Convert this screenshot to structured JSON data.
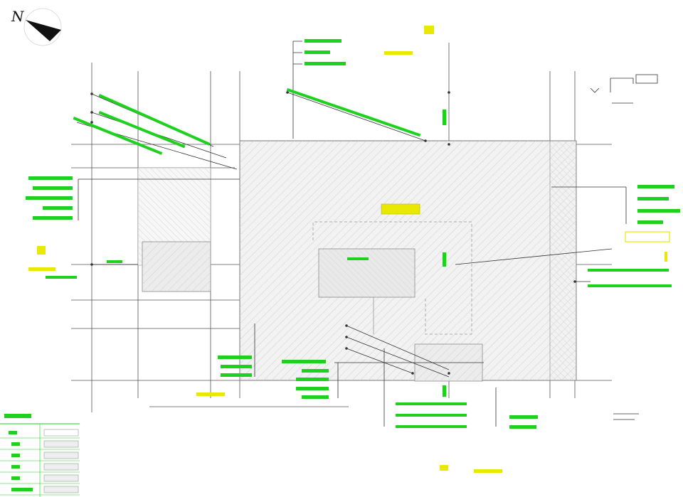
{
  "drawing": {
    "north_symbol": "N",
    "colors": {
      "background": "#ffffff",
      "grid_line": "#555555",
      "leader_line": "#333333",
      "label_green": "#1fd11f",
      "label_yellow": "#e8e800",
      "hatch": "#c9c9c9",
      "building_fill": "#efefef"
    },
    "yellow_tags": [
      "",
      "",
      "",
      "",
      "",
      "",
      "",
      "",
      ""
    ],
    "green_label_groups": [
      {
        "id": "top-center-stack",
        "lines": [
          "",
          "",
          ""
        ]
      },
      {
        "id": "left-stack",
        "lines": [
          "",
          "",
          "",
          "",
          ""
        ]
      },
      {
        "id": "right-stack",
        "lines": [
          "",
          "",
          "",
          ""
        ]
      },
      {
        "id": "bottom-left-stack",
        "lines": [
          "",
          "",
          ""
        ]
      },
      {
        "id": "bottom-center-stack",
        "lines": [
          "",
          "",
          "",
          "",
          ""
        ]
      },
      {
        "id": "bottom-right-stack",
        "lines": [
          "",
          "",
          ""
        ]
      },
      {
        "id": "bottom-right-pair",
        "lines": [
          "",
          ""
        ]
      }
    ],
    "legend": {
      "title": "",
      "rows": [
        "",
        "",
        "",
        "",
        "",
        ""
      ]
    }
  }
}
